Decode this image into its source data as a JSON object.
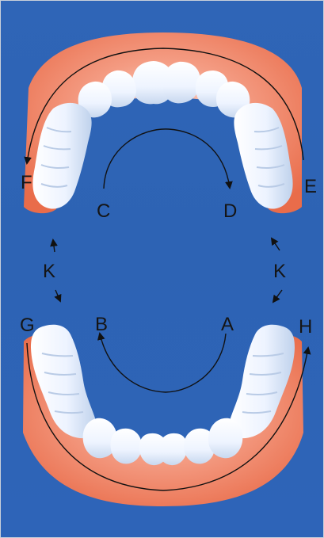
{
  "diagram": {
    "labels": {
      "F": "F",
      "E": "E",
      "C": "C",
      "D": "D",
      "K_left": "K",
      "K_right": "K",
      "G": "G",
      "B": "B",
      "A": "A",
      "H": "H"
    },
    "colors": {
      "background": "#2d63b4",
      "gum_outer": "#ef7c5d",
      "gum_inner": "#f7a38e",
      "tooth_base": "#f6f9ff",
      "tooth_shadow": "#c9d8ee",
      "arrow": "#111111"
    }
  }
}
